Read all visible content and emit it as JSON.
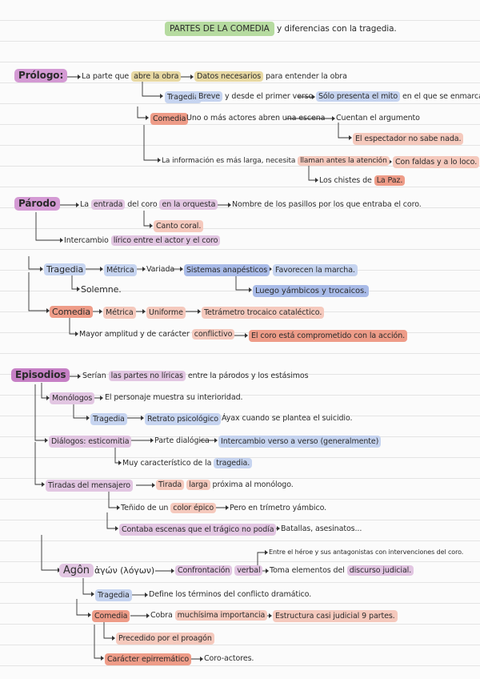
{
  "title": {
    "main": "PARTES DE LA COMEDIA",
    "rest": "y diferencias con la tragedia."
  },
  "prologo": {
    "head": "Prólogo:",
    "a": "La parte que",
    "a_hl": "abre la obra",
    "b_hl": "Datos necesarios",
    "b": "para entender la obra",
    "trag": "Tragedia",
    "trag_a_hl": "Breve",
    "trag_a": "y desde el primer verso",
    "trag_b_hl": "Sólo presenta el mito",
    "trag_b": "en el que se enmarca.",
    "com": "Comedia",
    "com_a": "Uno o más actores abren una escena",
    "com_b": "Cuentan el argumento",
    "com_c": "El espectador no sabe nada.",
    "info_a": "La información es más larga, necesita",
    "info_hl": "llaman antes la atención",
    "info_b": "Con faldas y a lo loco.",
    "chistes": "Los chistes de",
    "chistes_hl": "La Paz."
  },
  "parodo": {
    "head": "Párodo",
    "a": "La",
    "a_hl1": "entrada",
    "a_mid": "del coro",
    "a_hl2": "en la orquesta",
    "b": "Nombre de los pasillos por los que entraba el coro.",
    "canto": "Canto coral.",
    "interc": "Intercambio",
    "interc_hl": "lírico entre el actor y el coro",
    "trag": "Tragedia",
    "metrica": "Métrica",
    "variada": "Variada",
    "sist": "Sistemas anapésticos",
    "favorecen": "Favorecen la marcha.",
    "solemne": "Solemne.",
    "luego": "Luego yámbicos y trocaicos.",
    "com": "Comedia",
    "metrica2": "Métrica",
    "uniforme": "Uniforme",
    "tetra": "Tetrámetro trocaico catalécticо.",
    "mayor": "Mayor amplitud y de carácter",
    "mayor_hl": "conflictivo",
    "coro_hl": "El coro está comprometido con la acción."
  },
  "episodios": {
    "head": "Episodios",
    "a": "Serían",
    "a_hl": "las partes no líricas",
    "a_b": "entre la párodos y los estásimos",
    "monologos": "Monólogos",
    "mono_a": "El personaje muestra su interioridad.",
    "trag": "Tragedia",
    "retrato": "Retrato psicológico",
    "ayax": "Áyax cuando se plantea el suicidio.",
    "dialogos": "Diálogos: esticomitia",
    "parte": "Parte dialógica",
    "intercambio": "Intercambio verso a verso (generalmente)",
    "muy": "Muy característico de la",
    "muy_hl": "tragedia.",
    "tiradas": "Tiradas del mensajero",
    "tirada": "Tirada",
    "larga": "larga",
    "proxima": "próxima al monólogo.",
    "tenido": "Teñido de un",
    "color": "color épico",
    "pero": "Pero en trímetro yámbico.",
    "contaba": "Contaba escenas que el trágico no podía",
    "batallas": "Batallas, asesinatos..."
  },
  "agon": {
    "head": "Agôn",
    "greek": "ἀγών (λόγων)",
    "confr": "Confrontación",
    "verbal": "verbal",
    "toma": "Toma elementos del",
    "discurso": "discurso judicial.",
    "entre": "Entre el héroe y sus antagonistas con intervenciones del coro.",
    "trag": "Tragedia",
    "define": "Define los términos del conflicto dramático.",
    "com": "Comedia",
    "cobra": "Cobra",
    "much": "muchísima importancia",
    "estructura": "Estructura casi judicial 9 partes.",
    "precedido": "Precedido por el proagón",
    "caracter": "Carácter epirremático",
    "coro": "Coro-actores."
  }
}
